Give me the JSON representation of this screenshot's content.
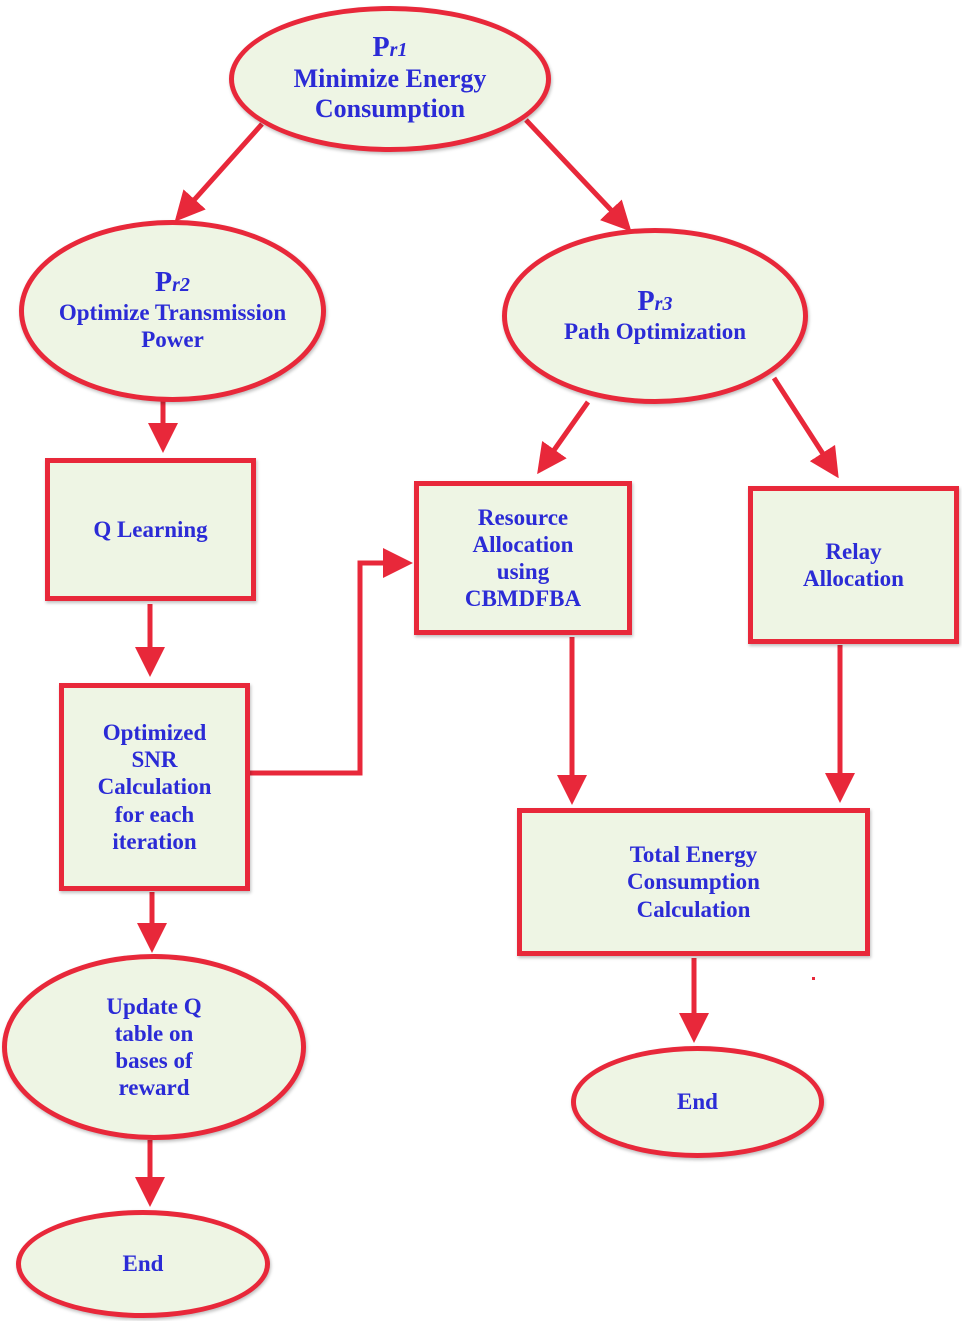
{
  "diagram": {
    "pr1": {
      "code": "P",
      "code_sub": "r1",
      "lines": [
        "Minimize Energy",
        "Consumption"
      ]
    },
    "pr2": {
      "code": "P",
      "code_sub": "r2",
      "lines": [
        "Optimize Transmission",
        "Power"
      ]
    },
    "pr3": {
      "code": "P",
      "code_sub": "r3",
      "lines": [
        "Path Optimization"
      ]
    },
    "q_learning": {
      "lines": [
        "Q Learning"
      ]
    },
    "snr_calc": {
      "lines": [
        "Optimized",
        "SNR",
        "Calculation",
        "for each",
        "iteration"
      ]
    },
    "update_q": {
      "lines": [
        "Update Q",
        "table on",
        "bases of",
        "reward"
      ]
    },
    "end_left": {
      "lines": [
        "End"
      ]
    },
    "resource_alloc": {
      "lines": [
        "Resource",
        "Allocation",
        "using",
        "CBMDFBA"
      ]
    },
    "relay_alloc": {
      "lines": [
        "Relay",
        "Allocation"
      ]
    },
    "total_energy": {
      "lines": [
        "Total Energy",
        "Consumption",
        "Calculation"
      ]
    },
    "end_right": {
      "lines": [
        "End"
      ]
    }
  },
  "colors": {
    "node_fill": "#eef5e4",
    "node_border": "#e8283a",
    "arrow": "#e8283a",
    "text": "#2b2bd6"
  }
}
